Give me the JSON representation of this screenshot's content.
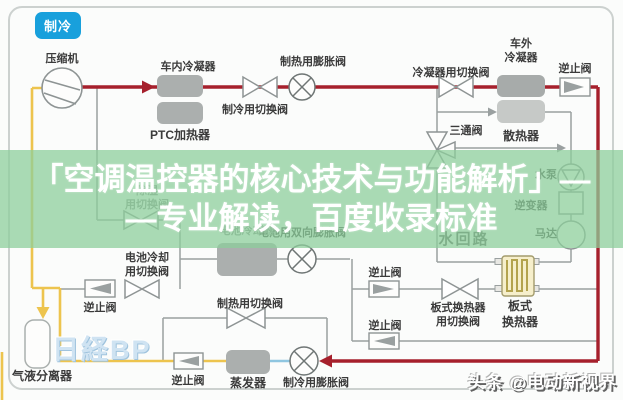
{
  "badge": {
    "label": "制冷"
  },
  "overlay": {
    "line1": "「空调温控器的核心技术与功能解析」—",
    "line2": "—专业解读，百度收录标准"
  },
  "watermark": {
    "nikkei": "日経BP",
    "channel": "头条 @电动新视界"
  },
  "labels": {
    "compressor": "压缩机",
    "indoor_condenser": "车内冷凝器",
    "ptc_heater": "PTC加热器",
    "cooling_switch_valve": "制冷用切换阀",
    "heating_expansion_valve": "制热用膨胀阀",
    "condenser_switch_valve": "冷凝器用切换阀",
    "outdoor_condenser": "车外\n冷凝器",
    "check_valve": "逆止阀",
    "radiator": "散热器",
    "three_way_valve": "三通阀",
    "water_pump": "水泵",
    "inverter": "逆变器",
    "motor": "马达",
    "water_circuit": "水回路",
    "plate_hx_switch_valve": "板式换热器\n用切换阀",
    "plate_hx": "板式\n换热器",
    "battery_bidir_expansion_valve": "电池用双向膨胀阀",
    "battery_chiller": "电池冷却器",
    "dehumid_switch_valve": "除湿\n用切换阀",
    "battery_cooling_switch_valve": "电池冷却\n用切换阀",
    "separator": "气液分离器",
    "heating_switch_valve": "制热用切换阀",
    "evaporator": "蒸发器",
    "cooling_expansion_valve": "制冷用膨胀阀"
  },
  "colors": {
    "refrigerant_hot": "#a6202c",
    "refrigerant_cold_line": "#edc44e",
    "coolant_line": "#8fc6e0",
    "line_gray": "#9aa0a0",
    "badge_blue": "#18a0dc",
    "overlay_green": "#8ccf9b"
  }
}
